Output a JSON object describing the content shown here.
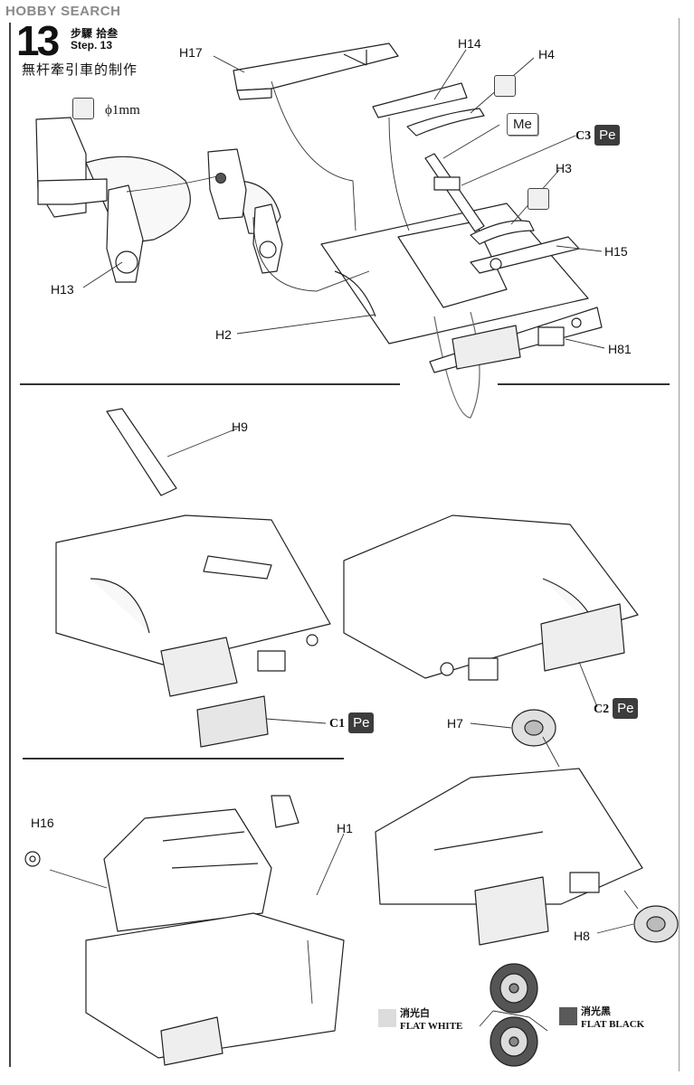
{
  "header": {
    "logo": "HOBBY SEARCH",
    "step_number": "13",
    "step_label_jp": "步驟 拾叁",
    "step_label_en": "Step. 13",
    "step_title": "無杆牽引車的制作"
  },
  "drill": {
    "diameter": "1mm"
  },
  "parts": {
    "h17": "H17",
    "h14": "H14",
    "h4": "H4",
    "me": "Me",
    "c3": "C3",
    "pe": "Pe",
    "h3": "H3",
    "h15": "H15",
    "h13": "H13",
    "h2": "H2",
    "h81": "H81",
    "h9": "H9",
    "c1": "C1",
    "c2": "C2",
    "h7": "H7",
    "h16": "H16",
    "h1": "H1",
    "h8": "H8"
  },
  "legend": {
    "white_jp": "消光白",
    "white_en": "FLAT WHITE",
    "black_jp": "消光黑",
    "black_en": "FLAT BLACK",
    "white_color": "#dcdcdc",
    "black_color": "#5a5a5a"
  }
}
